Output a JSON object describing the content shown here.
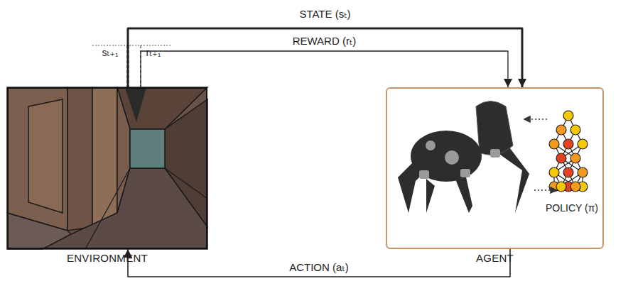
{
  "diagram": {
    "nodes": [
      {
        "text": [
          "ENVIRONMENT"
        ]
      },
      {
        "text": [
          "AGENT"
        ]
      }
    ],
    "edges": [
      {
        "from": 0,
        "to": 1,
        "label": "STATE (sₜ)",
        "arrow": "to"
      },
      {
        "from": 0,
        "to": 1,
        "label": "REWARD (rₜ)",
        "arrow": "to"
      },
      {
        "from": 1,
        "to": 0,
        "label": "ACTION (aₜ)",
        "arrow": "to"
      }
    ],
    "labels": [
      "sₜ₊₁",
      "rₜ₊₁",
      "POLICY (π)"
    ]
  }
}
